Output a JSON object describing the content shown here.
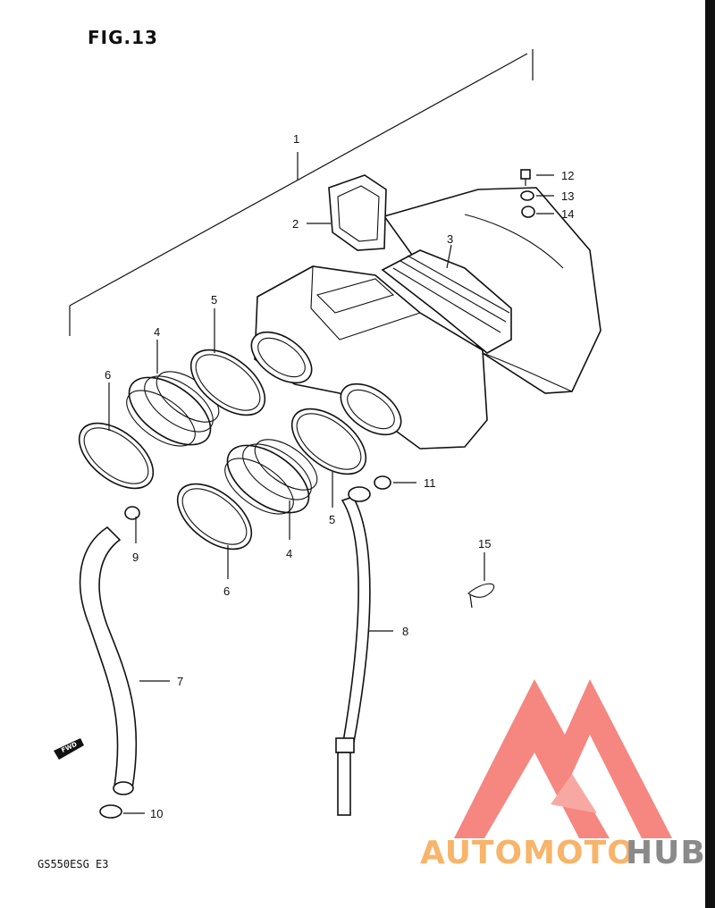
{
  "figure_title": "FIG.13",
  "model_code": "GS550ESG E3",
  "fwd_label": "FWD",
  "callouts": {
    "p1": "1",
    "p2": "2",
    "p3": "3",
    "p4a": "4",
    "p4b": "4",
    "p5a": "5",
    "p5b": "5",
    "p6a": "6",
    "p6b": "6",
    "p7": "7",
    "p8": "8",
    "p9": "9",
    "p10": "10",
    "p11": "11",
    "p12": "12",
    "p13": "13",
    "p14": "14",
    "p15": "15"
  },
  "watermark": {
    "part1": "AUTOMOTO",
    "part2": "HUB"
  },
  "colors": {
    "watermark_red": "#f4716a",
    "watermark_orange": "#f7b46a",
    "watermark_gray": "#8a8a8a",
    "line": "#111111"
  }
}
